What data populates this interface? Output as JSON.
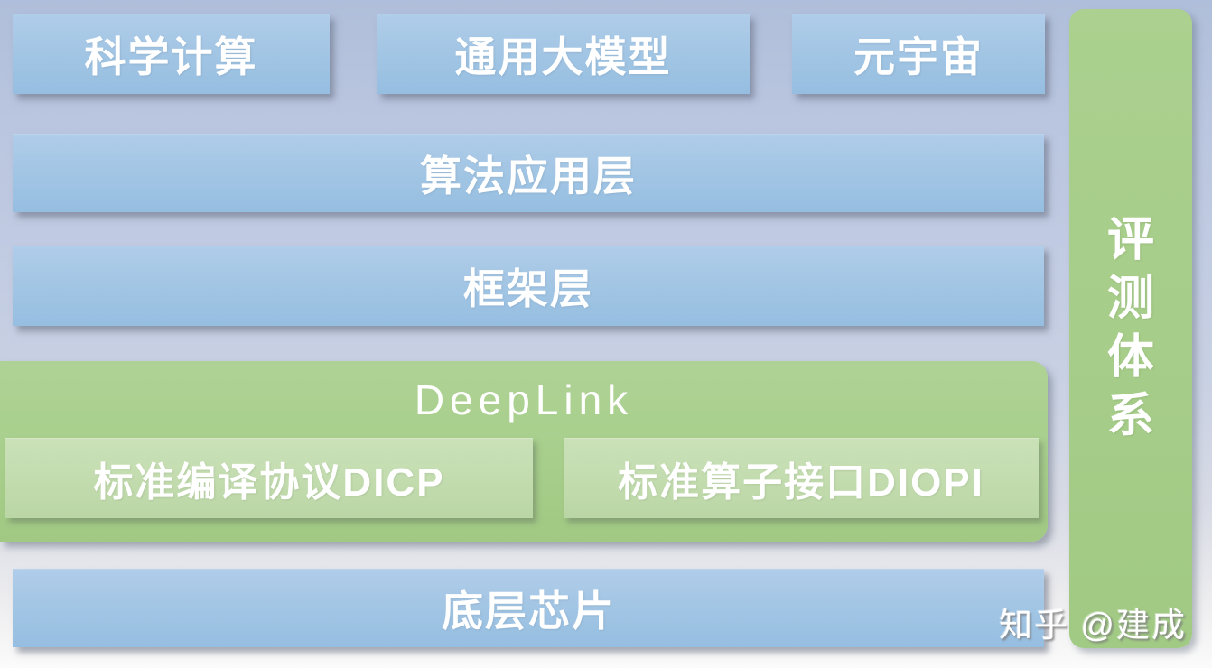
{
  "diagram": {
    "title": "DeepLink software stack diagram",
    "top_row": [
      {
        "label": "科学计算"
      },
      {
        "label": "通用大模型"
      },
      {
        "label": "元宇宙"
      }
    ],
    "layers": {
      "algorithm_application": {
        "label": "算法应用层"
      },
      "framework": {
        "label": "框架层"
      },
      "underlying_chips": {
        "label": "底层芯片"
      }
    },
    "deeplink": {
      "title": "DeepLink",
      "children": [
        {
          "label": "标准编译协议DICP"
        },
        {
          "label": "标准算子接口DIOPI"
        }
      ]
    },
    "sidebar": {
      "label": "评测体系"
    },
    "watermark": {
      "text": "知乎 @建成"
    },
    "colors": {
      "background_top": "#afbeda",
      "background_bottom": "#fbfbfb",
      "blue_box": "#a3c6e4",
      "green_container": "#a8cf8c",
      "light_green_box": "#c3dcaf",
      "sidebar_green": "#a7cd8a",
      "text": "#ffffff"
    }
  }
}
